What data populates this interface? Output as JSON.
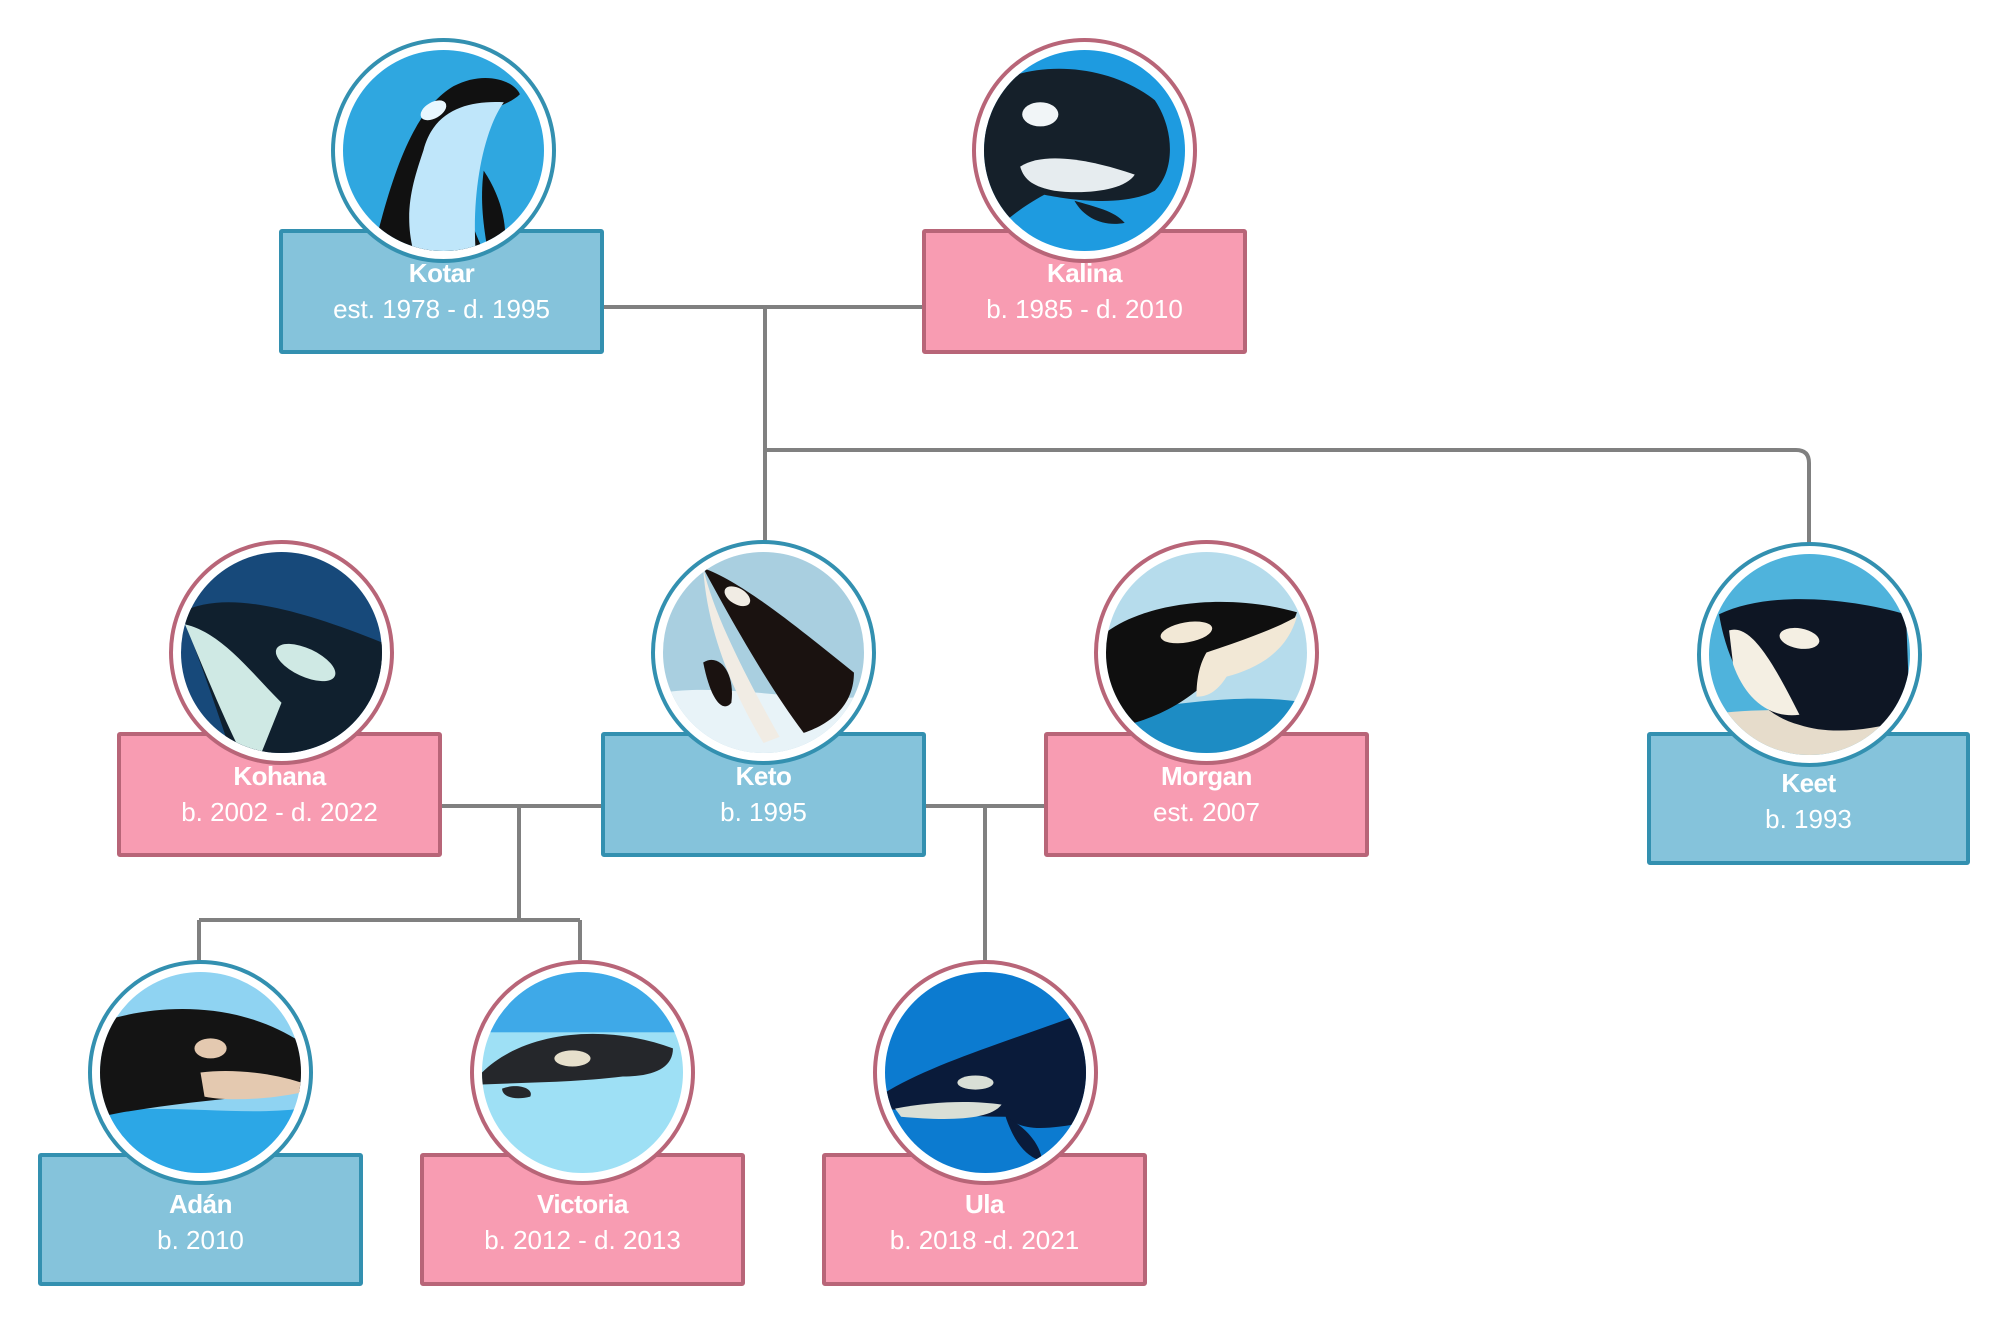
{
  "diagram": {
    "type": "family-tree",
    "subject": "orca genealogy",
    "colors": {
      "male_fill": "#85C3DB",
      "male_border": "#3390B0",
      "female_fill": "#F89CB2",
      "female_border": "#B86578",
      "connector": "#808080",
      "text": "#FFFFFF"
    },
    "members": {
      "kotar": {
        "name": "Kotar",
        "dates": "est. 1978 - d. 1995",
        "sex": "male",
        "photo": "orca-photo"
      },
      "kalina": {
        "name": "Kalina",
        "dates": "b. 1985 - d. 2010",
        "sex": "female",
        "photo": "orca-photo"
      },
      "kohana": {
        "name": "Kohana",
        "dates": "b. 2002 - d. 2022",
        "sex": "female",
        "photo": "orca-photo"
      },
      "keto": {
        "name": "Keto",
        "dates": "b. 1995",
        "sex": "male",
        "photo": "orca-photo"
      },
      "morgan": {
        "name": "Morgan",
        "dates": "est. 2007",
        "sex": "female",
        "photo": "orca-photo"
      },
      "keet": {
        "name": "Keet",
        "dates": "b. 1993",
        "sex": "male",
        "photo": "orca-photo"
      },
      "adan": {
        "name": "Adán",
        "dates": "b. 2010",
        "sex": "male",
        "photo": "orca-photo"
      },
      "victoria": {
        "name": "Victoria",
        "dates": "b. 2012 - d. 2013",
        "sex": "female",
        "photo": "orca-photo"
      },
      "ula": {
        "name": "Ula",
        "dates": "b. 2018 -d. 2021",
        "sex": "female",
        "photo": "orca-photo"
      }
    },
    "relationships": [
      {
        "type": "parents",
        "partners": [
          "Kotar",
          "Kalina"
        ],
        "children": [
          "Keto",
          "Keet"
        ]
      },
      {
        "type": "parents",
        "partners": [
          "Keto",
          "Kohana"
        ],
        "children": [
          "Adán",
          "Victoria"
        ]
      },
      {
        "type": "parents",
        "partners": [
          "Keto",
          "Morgan"
        ],
        "children": [
          "Ula"
        ]
      }
    ]
  }
}
